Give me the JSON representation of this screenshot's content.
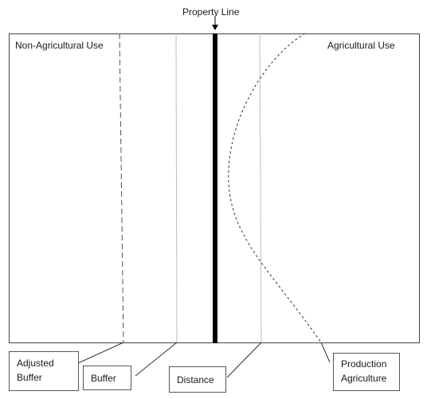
{
  "title": "Property Line",
  "zones": {
    "left": "Non-Agricultural Use",
    "right": "Agricultural Use"
  },
  "callouts": {
    "adjusted_buffer": [
      "Adjusted",
      "Buffer"
    ],
    "buffer": "Buffer",
    "distance": "Distance",
    "production_agriculture": [
      "Production",
      "Agriculture"
    ]
  },
  "colors": {
    "property_line": "#000000",
    "frame": "#444444",
    "buffer_line": "#bdbdbd",
    "dashed_line": "#555555"
  }
}
